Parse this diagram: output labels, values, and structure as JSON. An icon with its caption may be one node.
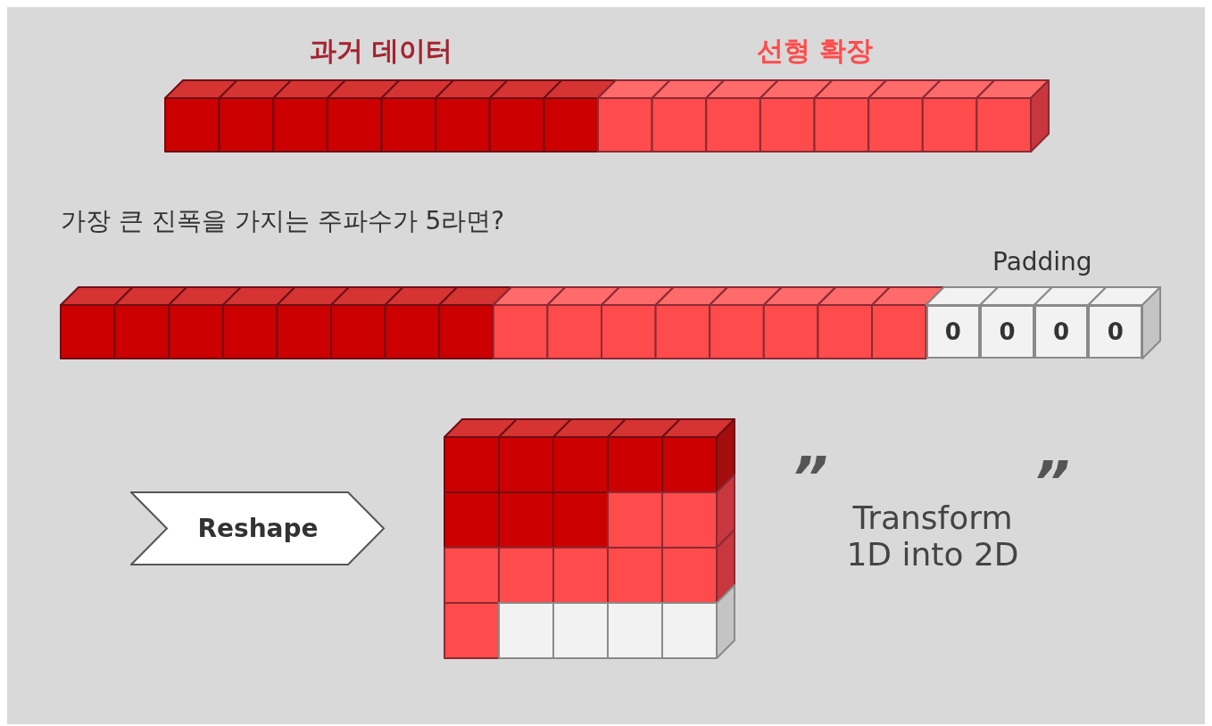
{
  "diagram": {
    "nodes": [
      {
        "text": [
          "0"
        ]
      },
      {
        "text": [
          "0"
        ]
      },
      {
        "text": [
          "0"
        ]
      },
      {
        "text": [
          "0"
        ]
      },
      {
        "text": [
          "Reshape"
        ]
      }
    ],
    "labels": [
      "과거 데이터",
      "선형 확장",
      "가장 큰 진폭을 가지는 주파수가 5라면?",
      "Padding",
      "”",
      "Transform 1D into 2D",
      "”"
    ]
  }
}
